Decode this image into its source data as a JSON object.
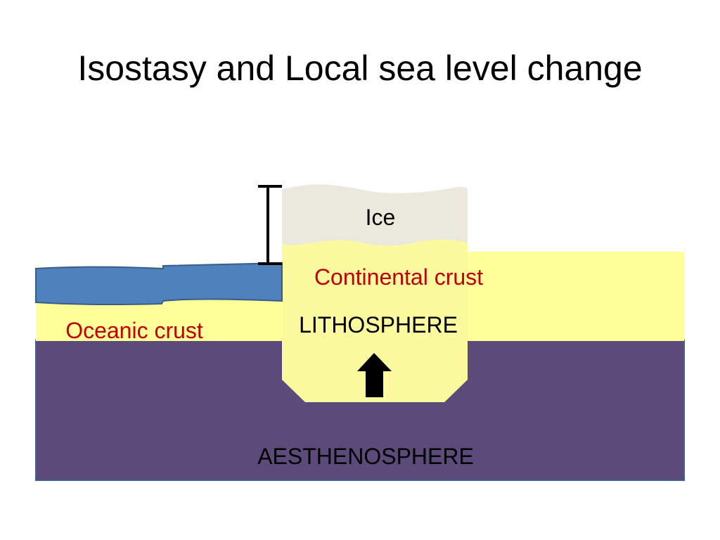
{
  "title": "Isostasy and Local sea level change",
  "labels": {
    "ice": "Ice",
    "continental_crust": "Continental crust",
    "lithosphere": "LITHOSPHERE",
    "oceanic_crust": "Oceanic crust",
    "asthenosphere": "AESTHENOSPHERE"
  },
  "colors": {
    "background": "#ffffff",
    "title_text": "#000000",
    "asthenosphere": "#5c4a7b",
    "asthenosphere_border": "#3e5f95",
    "lithosphere": "#ffff99",
    "continental_block": "#fbfa9e",
    "ice": "#ebe9de",
    "ocean_water": "#4f81bd",
    "ocean_border": "#385d8a",
    "crust_label": "#c00000",
    "layer_label": "#000000",
    "arrow": "#000000"
  },
  "icons": {
    "uplift_arrow": "up-arrow-icon",
    "height_marker": "i-beam-bracket-icon"
  }
}
